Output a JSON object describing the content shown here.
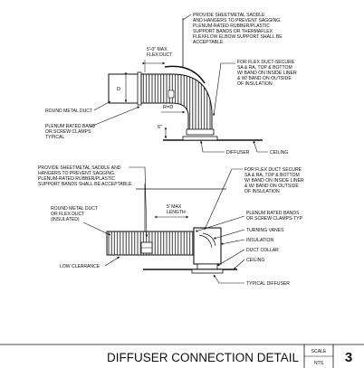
{
  "detail": {
    "upper_notes": {
      "saddle": [
        "PROVIDE SHEETMETAL SADDLE",
        "AND HANGERS TO PREVENT SAGGING.",
        "PLENUM-RATED RUBBER/PLASTIC",
        "SUPPORT BANDS OR THERMAFLEX",
        "FLEXFLOW ELBOW SUPPORT SHALL BE",
        "ACCEPTABLE."
      ],
      "max_flex": [
        "5'-0\" MAX",
        "FLEX DUCT"
      ],
      "secure": [
        "FOR FLEX DUCT-SECURE",
        "SA & RA, TOP & BOTTOM",
        "W/ BAND ON INSIDE LINER",
        "& W/ BAND ON OUTSIDE",
        "OF INSULATION"
      ],
      "dim_d": "D",
      "round_duct": "ROUND METAL DUCT",
      "plenum_band": [
        "PLENUM RATED BAND",
        "OR SCREW CLAMPS",
        "TYPICAL"
      ],
      "radius": "R=D",
      "six_in": "6\"",
      "diffuser": "DIFFUSER",
      "ceiling": "CEILING"
    },
    "lower_notes": {
      "saddle": [
        "PROVIDE SHEETMETAL SADDLE AND",
        "HANGERS TO PREVENT SAGGING.",
        "PLENUM-RATED RUBBER/PLASTIC",
        "SUPPORT BANDS SHALL BE ACCEPTABLE."
      ],
      "secure": [
        "FOR FLEX DUCT SECURE",
        "SA & RA, TOP & BOTTOM",
        "W/ BAND ON INSIDE LINER",
        "& W/ BAND ON OUTSIDE",
        "OF INSULATION"
      ],
      "max_length": [
        "5' MAX",
        "LENGTH"
      ],
      "round_duct": [
        "ROUND METAL DUCT",
        "OR FLEX DUCT",
        "(INSULATED)"
      ],
      "plenum_bands": [
        "PLENUM RATED BANDS",
        "OR SCREW CLAMPS-TYP"
      ],
      "turning_vanes": "TURNING VANES",
      "insulation": "INSULATION",
      "duct_collar": "DUCT COLLAR",
      "ceiling": "CEILING",
      "low_clearance": "LOW CLEARANCE",
      "typical_diffuser": "TYPICAL DIFFUSER"
    }
  },
  "title_block": {
    "title": "DIFFUSER CONNECTION DETAIL",
    "scale_label": "SCALE",
    "scale_value": "NTS",
    "sheet_number": "3"
  }
}
